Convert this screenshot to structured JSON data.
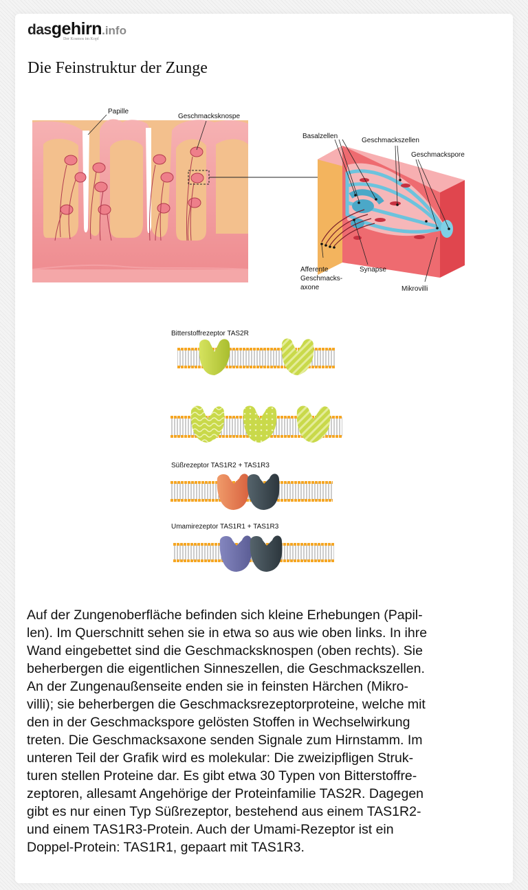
{
  "logo": {
    "das": "das",
    "gehirn": "gehirn",
    "info": ".info",
    "tagline": "Der Kosmos im Kopf"
  },
  "title": "Die Feinstruktur der Zunge",
  "papilla_labels": {
    "papille": "Papille",
    "knospe": "Geschmacksknospe"
  },
  "bud_labels": {
    "basalzellen": "Basalzellen",
    "geschmackszellen": "Geschmackszellen",
    "geschmackspore": "Geschmackspore",
    "afferente_1": "Afferente",
    "afferente_2": "Geschmacks-",
    "afferente_3": "axone",
    "synapse": "Synapse",
    "mikrovilli": "Mikrovilli"
  },
  "receptors": {
    "bitter": "Bitterstoffrezeptor TAS2R",
    "suess": "Süßrezeptor TAS1R2 + TAS1R3",
    "umami": "Umamirezeptor TAS1R1 + TAS1R3"
  },
  "colors": {
    "tissue_pink": "#ef8f93",
    "tissue_beige": "#f3c08d",
    "bitter_green": "#c9d94a",
    "suess_orange": "#e8845a",
    "dark_slate": "#3d4a52",
    "umami_purple": "#6e70a8",
    "lipid_head": "#f5a623"
  },
  "body_lines": [
    "Auf der Zungenoberfläche befinden sich kleine Erhebungen (Papil-",
    "len). Im Querschnitt sehen sie in etwa so aus wie oben links. In ihre",
    "Wand eingebettet sind die Geschmacksknospen (oben rechts). Sie",
    "beherbergen die eigentlichen Sinneszellen, die Geschmackszellen.",
    "An der Zungenaußenseite enden sie in feinsten Härchen (Mikro-",
    "villi); sie beherbergen die Geschmacksrezeptorproteine, welche mit",
    "den in der Geschmackspore gelösten Stoffen in Wechselwirkung",
    "treten. Die Geschmacksaxone senden Signale zum Hirnstamm. Im",
    "unteren Teil der Grafik wird es molekular: Die zweizipfligen Struk-",
    "turen stellen Proteine dar. Es gibt etwa 30 Typen von Bitterstoffre-",
    "zeptoren, allesamt Angehörige der Proteinfamilie TAS2R. Dagegen",
    "gibt es nur einen Typ Süßrezeptor, bestehend aus einem TAS1R2-",
    "und einem TAS1R3-Protein. Auch der Umami-Rezeptor ist ein",
    "Doppel-Protein: TAS1R1, gepaart mit TAS1R3."
  ]
}
